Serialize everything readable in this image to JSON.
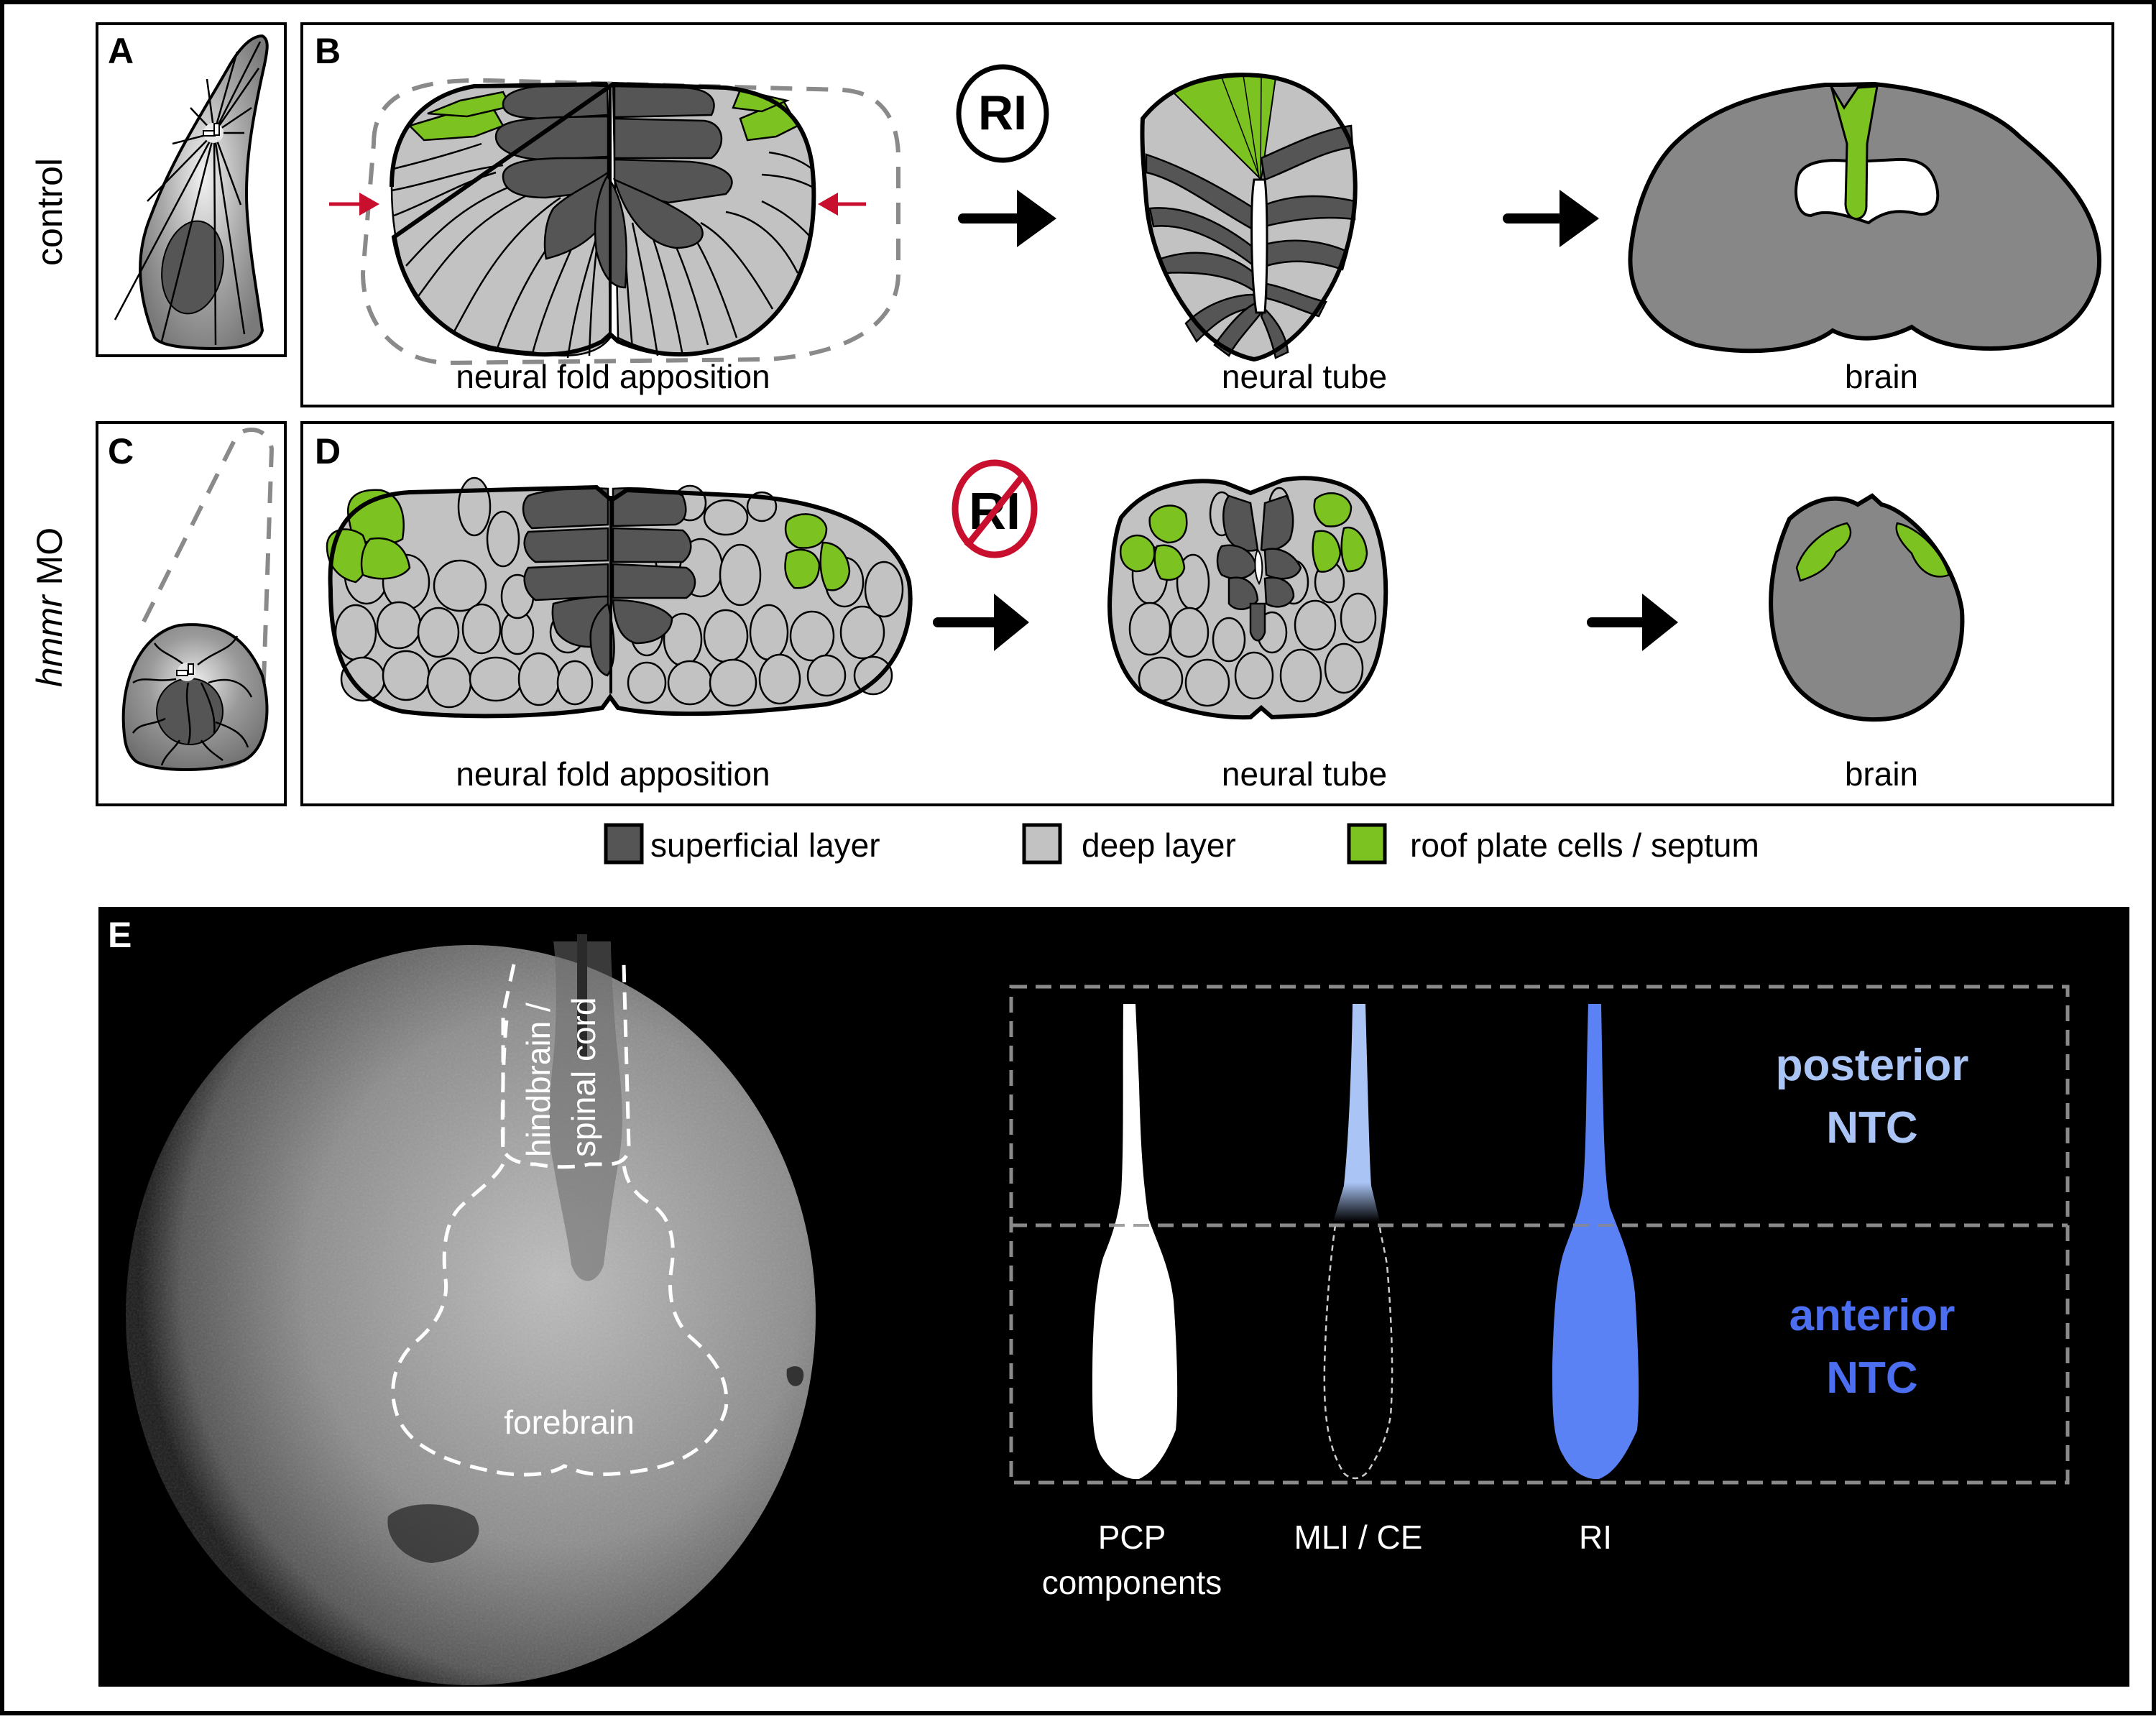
{
  "colors": {
    "superficial": "#555555",
    "deep": "#c2c2c2",
    "roof": "#7cc220",
    "brain_gray": "#878787",
    "no_sign_red": "#c8102e",
    "arrow_red": "#c8102e",
    "posterior_blue": "#a9c4f5",
    "anterior_blue": "#4c6ef0",
    "ri_blue": "#5a82f5",
    "dash_gray": "#8a8a8a"
  },
  "rows": {
    "control": "control",
    "hmmr_italic": "hmmr",
    "hmmr_suffix": " MO"
  },
  "panels": {
    "A": "A",
    "B": "B",
    "C": "C",
    "D": "D",
    "E": "E"
  },
  "panel_b": {
    "badge": "RI",
    "stages": [
      "neural fold apposition",
      "neural tube",
      "brain"
    ]
  },
  "panel_d": {
    "badge": "RI",
    "badge_icon": "no-sign-icon",
    "stages": [
      "neural fold apposition",
      "neural tube",
      "brain"
    ]
  },
  "legend": [
    {
      "label": "superficial layer",
      "swatch": "superficial"
    },
    {
      "label": "deep layer",
      "swatch": "deep"
    },
    {
      "label": "roof plate cells / septum",
      "swatch": "roof"
    }
  ],
  "panel_e": {
    "sem_labels": {
      "hindbrain": "hindbrain /",
      "spinal_cord": "spinal cord",
      "forebrain": "forebrain"
    },
    "columns": [
      {
        "label_line1": "PCP",
        "label_line2": "components"
      },
      {
        "label_line1": "MLI / CE",
        "label_line2": ""
      },
      {
        "label_line1": "RI",
        "label_line2": ""
      }
    ],
    "regions": [
      {
        "line1": "posterior",
        "line2": "NTC"
      },
      {
        "line1": "anterior",
        "line2": "NTC"
      }
    ]
  }
}
